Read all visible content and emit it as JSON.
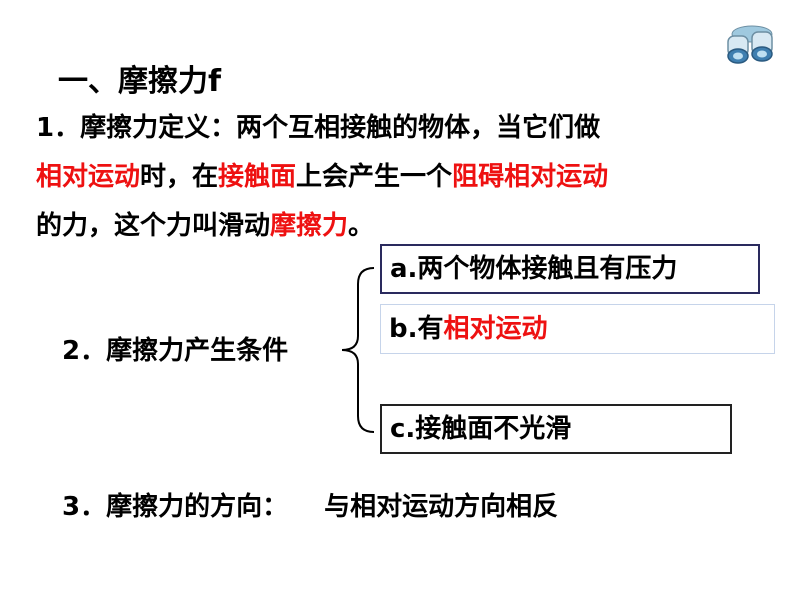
{
  "title": "一、摩擦力f",
  "definition": {
    "line1": "1．摩擦力定义：两个互相接触的物体，当它们做",
    "seg1_red": "相对运动",
    "seg2": "时，在",
    "seg3_red": "接触面",
    "seg4": "上会产生一个",
    "seg5_red": "阻碍相对运动",
    "seg6": "的力，这个力叫滑动",
    "seg7_red": "摩擦力",
    "seg8": "。"
  },
  "conditions": {
    "label": "2．摩擦力产生条件",
    "a": "a.两个物体接触且有压力",
    "b_prefix": "b.有",
    "b_red": "相对运动",
    "c": "c.接触面不光滑"
  },
  "direction": {
    "label": "3．摩擦力的方向：",
    "value": "与相对运动方向相反"
  },
  "colors": {
    "accent_red": "#ee1111",
    "box_a_border": "#2a2a5e",
    "box_b_border": "#c6d4ea",
    "box_c_border": "#222222"
  },
  "icons": {
    "corner": "binoculars-icon"
  }
}
